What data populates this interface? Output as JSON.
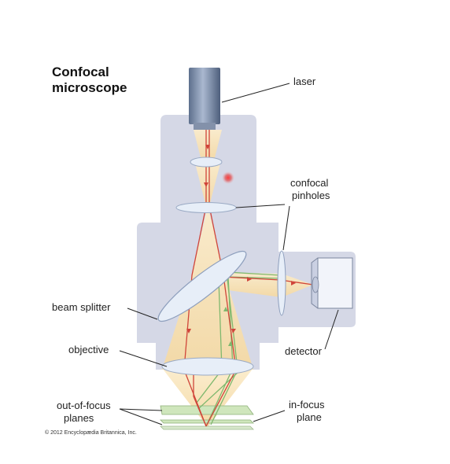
{
  "title": {
    "line1": "Confocal",
    "line2": "microscope"
  },
  "labels": {
    "laser": "laser",
    "confocal_pinholes": {
      "line1": "confocal",
      "line2": "pinholes"
    },
    "beam_splitter": "beam splitter",
    "objective": "objective",
    "detector": "detector",
    "out_of_focus_planes": {
      "line1": "out-of-focus",
      "line2": "planes"
    },
    "in_focus_plane": {
      "line1": "in-focus",
      "line2": "plane"
    }
  },
  "copyright": "© 2012 Encyclopædia Britannica, Inc.",
  "colors": {
    "body": "#d5d8e6",
    "light_cone": "#f7e2b6",
    "laser_beam": "#d0453a",
    "return_beam": "#7fb86e",
    "optics": "#e7eef8",
    "specimen": "#cfe6bc"
  }
}
